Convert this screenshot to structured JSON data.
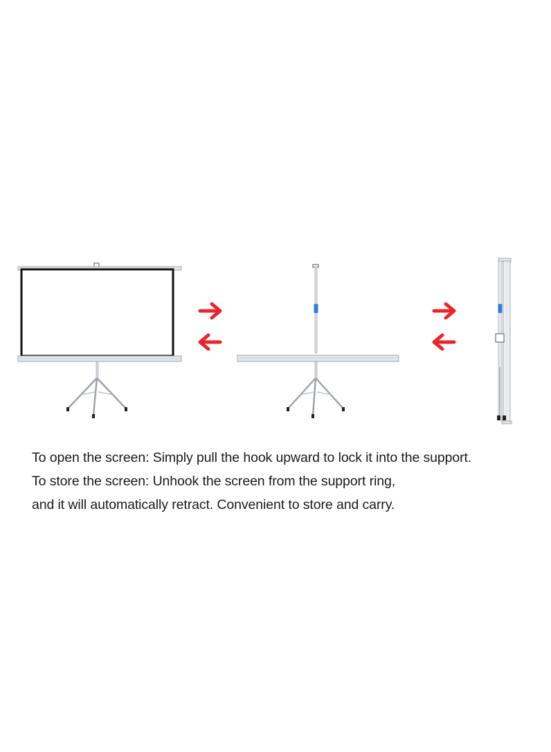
{
  "instructions": {
    "line_1": "To open the screen: Simply pull the hook upward to lock it into the support.",
    "line_2": "To store the screen: Unhook the screen from the support ring,",
    "line_3": "and it will automatically retract. Convenient to store and carry."
  },
  "colors": {
    "arrow": "#e8262b",
    "frame": "#d9dde2",
    "outline": "#8f969e",
    "screen_border": "#111111",
    "hook_band": "#2f7fd3",
    "feet": "#222222"
  },
  "icons": {
    "open_screen": "projector-screen-open-icon",
    "half_closed": "projector-screen-retracting-icon",
    "folded": "projector-screen-folded-icon",
    "forward_arrow": "arrow-right-icon",
    "back_arrow": "arrow-left-icon"
  }
}
